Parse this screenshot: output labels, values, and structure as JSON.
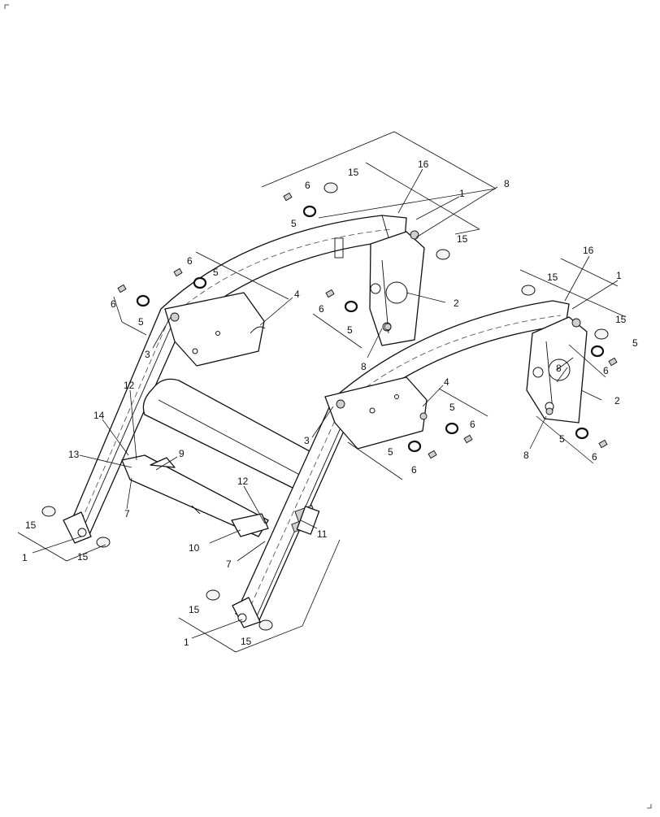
{
  "diagram": {
    "callouts": [
      "1",
      "1",
      "1",
      "1",
      "2",
      "2",
      "3",
      "3",
      "4",
      "4",
      "5",
      "5",
      "5",
      "5",
      "5",
      "5",
      "5",
      "5",
      "6",
      "6",
      "6",
      "6",
      "6",
      "6",
      "6",
      "6",
      "7",
      "7",
      "8",
      "8",
      "8",
      "8",
      "9",
      "10",
      "11",
      "12",
      "12",
      "13",
      "14",
      "15",
      "15",
      "15",
      "15",
      "15",
      "15",
      "15",
      "15",
      "16",
      "16"
    ]
  }
}
